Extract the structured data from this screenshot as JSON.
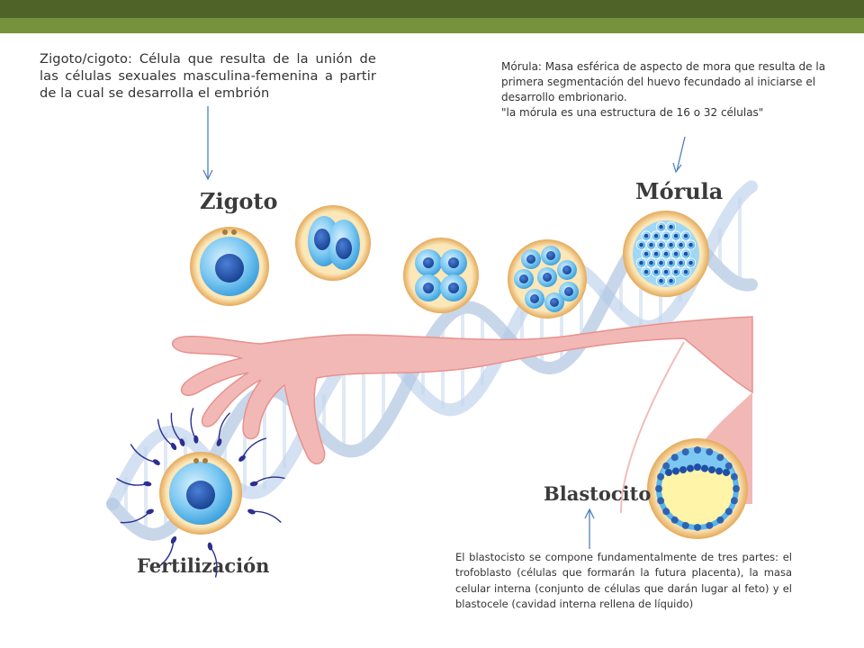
{
  "notes": {
    "zigoto": "Zigoto/cigoto: Célula que resulta de la unión de las células sexuales masculina-femenina a partir de la cual se desarrolla el embrión",
    "morula_line1": "Mórula: Masa esférica de aspecto de mora que resulta de la primera segmentación del huevo fecundado al iniciarse el desarrollo embrionario.",
    "morula_line2": "\"la mórula es una estructura de 16 o 32 células\"",
    "blastocito": "El blastocisto se compone fundamentalmente de tres partes: el trofoblasto (células que formarán la futura placenta), la masa celular interna (conjunto de células que darán lugar al feto) y el blastocele (cavidad interna rellena de líquido)"
  },
  "labels": {
    "zigoto": "Zigoto",
    "morula": "Mórula",
    "blastocito": "Blastocito",
    "fertilizacion": "Fertilización"
  },
  "colors": {
    "header_dark": "#4f6228",
    "header_light": "#76923c",
    "arrow": "#4f81bd",
    "tube": "#f2b8b5",
    "cell_membrane": "#f3c98a",
    "cytoplasm": "#7cc8f2",
    "nucleus": "#1f4fa5"
  },
  "icons": {
    "dna": "dna-helix-icon",
    "sperm": "sperm-icon"
  }
}
